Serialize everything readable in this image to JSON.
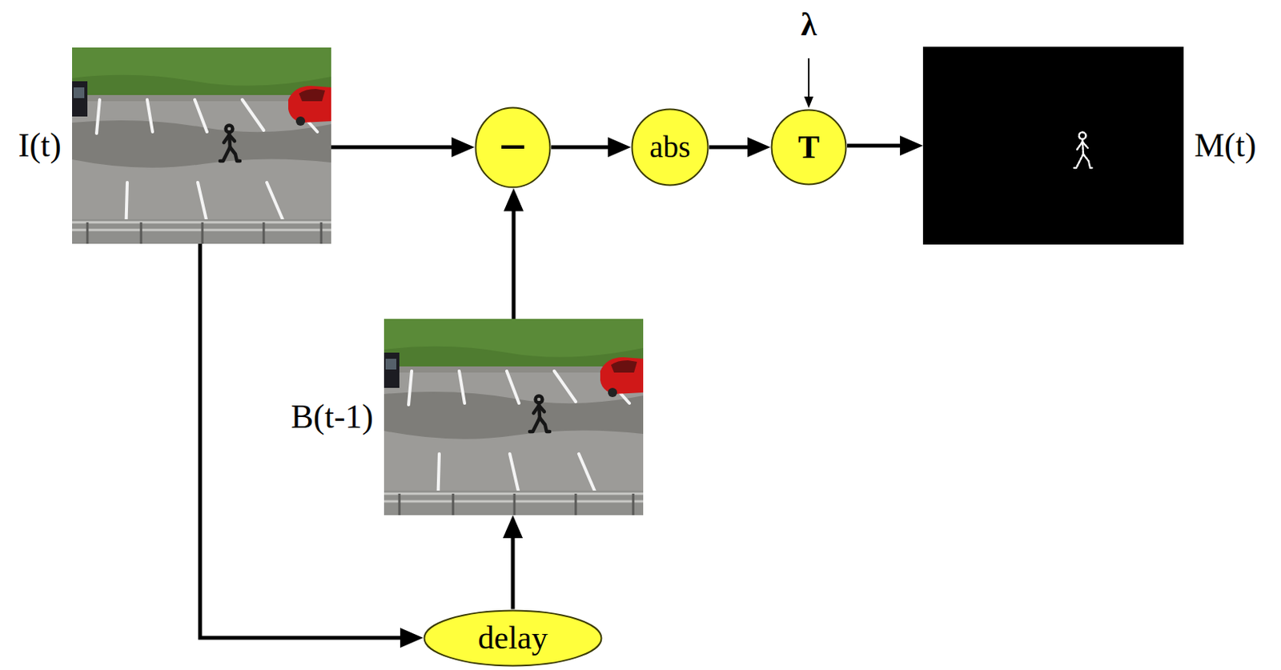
{
  "diagram": {
    "nodes": [
      {
        "text": [
          "I(t)"
        ]
      },
      {
        "text": [
          "−"
        ]
      },
      {
        "text": [
          "abs"
        ]
      },
      {
        "text": [
          "T"
        ]
      },
      {
        "text": [
          "M(t)"
        ]
      },
      {
        "text": [
          "B(t-1)"
        ]
      },
      {
        "text": [
          "delay"
        ]
      }
    ],
    "edges": [
      {
        "from": 0,
        "to": 1,
        "arrow": "to"
      },
      {
        "from": 1,
        "to": 2,
        "arrow": "to"
      },
      {
        "from": 2,
        "to": 3,
        "arrow": "to"
      },
      {
        "from": 3,
        "to": 4,
        "arrow": "to"
      },
      {
        "from": 0,
        "to": 6,
        "arrow": "to"
      },
      {
        "from": 6,
        "to": 5,
        "arrow": "to"
      },
      {
        "from": 5,
        "to": 1,
        "arrow": "to"
      }
    ],
    "labels": [
      "λ"
    ]
  }
}
